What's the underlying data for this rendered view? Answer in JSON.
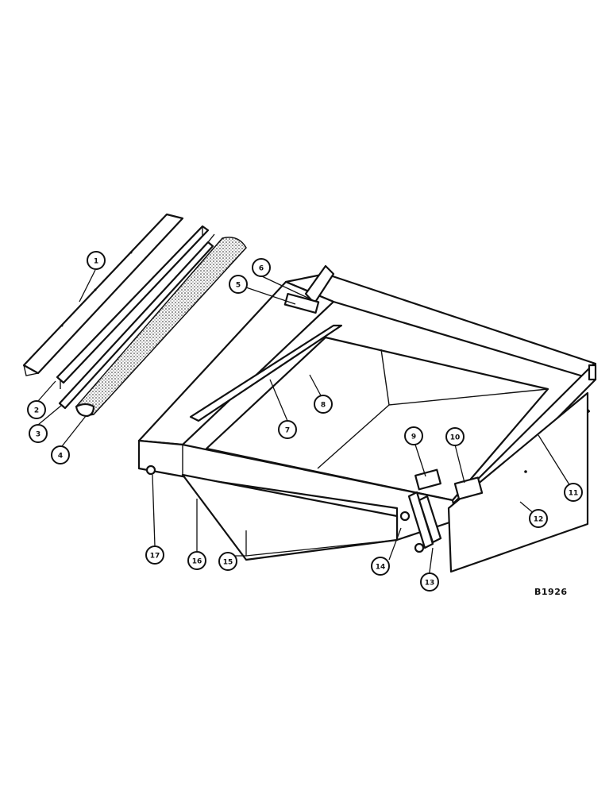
{
  "figure": {
    "code": "B1926",
    "callouts": [
      {
        "id": "c1",
        "label": "1"
      },
      {
        "id": "c2",
        "label": "2"
      },
      {
        "id": "c3",
        "label": "3"
      },
      {
        "id": "c4",
        "label": "4"
      },
      {
        "id": "c5",
        "label": "5"
      },
      {
        "id": "c6",
        "label": "6"
      },
      {
        "id": "c7",
        "label": "7"
      },
      {
        "id": "c8",
        "label": "8"
      },
      {
        "id": "c9",
        "label": "9"
      },
      {
        "id": "c10",
        "label": "10"
      },
      {
        "id": "c11",
        "label": "11"
      },
      {
        "id": "c12",
        "label": "12"
      },
      {
        "id": "c13",
        "label": "13"
      },
      {
        "id": "c14",
        "label": "14"
      },
      {
        "id": "c15",
        "label": "15"
      },
      {
        "id": "c16",
        "label": "16"
      },
      {
        "id": "c17",
        "label": "17"
      }
    ]
  }
}
